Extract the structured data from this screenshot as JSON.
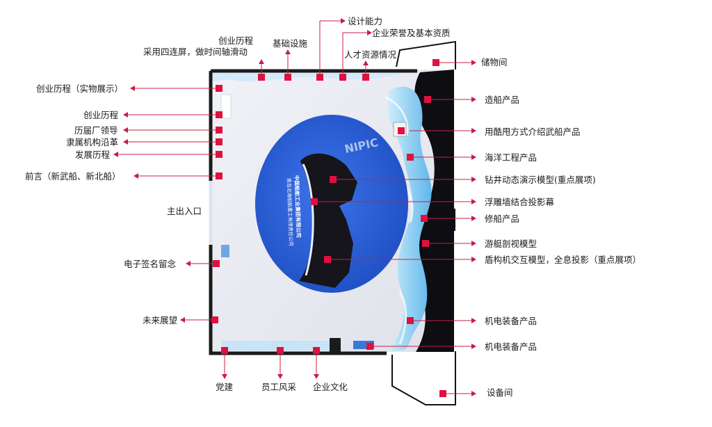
{
  "colors": {
    "marker": "#e0103f",
    "leader": "#c81e45",
    "floor": "#e9eaf2",
    "wall": "#1b1b1b",
    "turntable": "#2f63d9",
    "wave_wall": "#8fd0f2",
    "dark_wall": "#0d0d12"
  },
  "watermark": "NIPIC",
  "screen_text": {
    "line1": "中国船舶工业集团有限公司",
    "line2": "青岛北海船舶重工有限责任公司"
  },
  "labels": {
    "chuangye_top": "创业历程",
    "lianping": "采用四连屏，做时间轴滑动",
    "jichu": "基础设施",
    "sheji": "设计能力",
    "rongyu": "企业荣誉及基本资质",
    "rencai": "人才资源情况",
    "chuwu": "储物间",
    "chuangye_shiwu": "创业历程（实物展示）",
    "chuangye_left": "创业历程",
    "lijie": "历届厂领导",
    "lishu": "隶属机构沿革",
    "fazhan": "发展历程",
    "qianyan": "前言（新武船、新北船）",
    "chukou": "主出入口",
    "dianzi": "电子签名留念",
    "weilai": "未来展望",
    "dangjian": "党建",
    "yuangong": "员工风采",
    "wenhua": "企业文化",
    "zaochuan": "造船产品",
    "kushuai": "用酷甩方式介绍武船产品",
    "haiyang": "海洋工程产品",
    "zuanjing": "钻井动态演示模型(重点展项)",
    "fudiao": "浮雕墙结合投影幕",
    "xiuchuan": "修船产品",
    "youting": "游艇剖视模型",
    "dungou": "盾构机交互模型，全息投影（重点展项）",
    "jidian1": "机电装备产品",
    "jidian2": "机电装备产品",
    "shebei": "设备间"
  }
}
